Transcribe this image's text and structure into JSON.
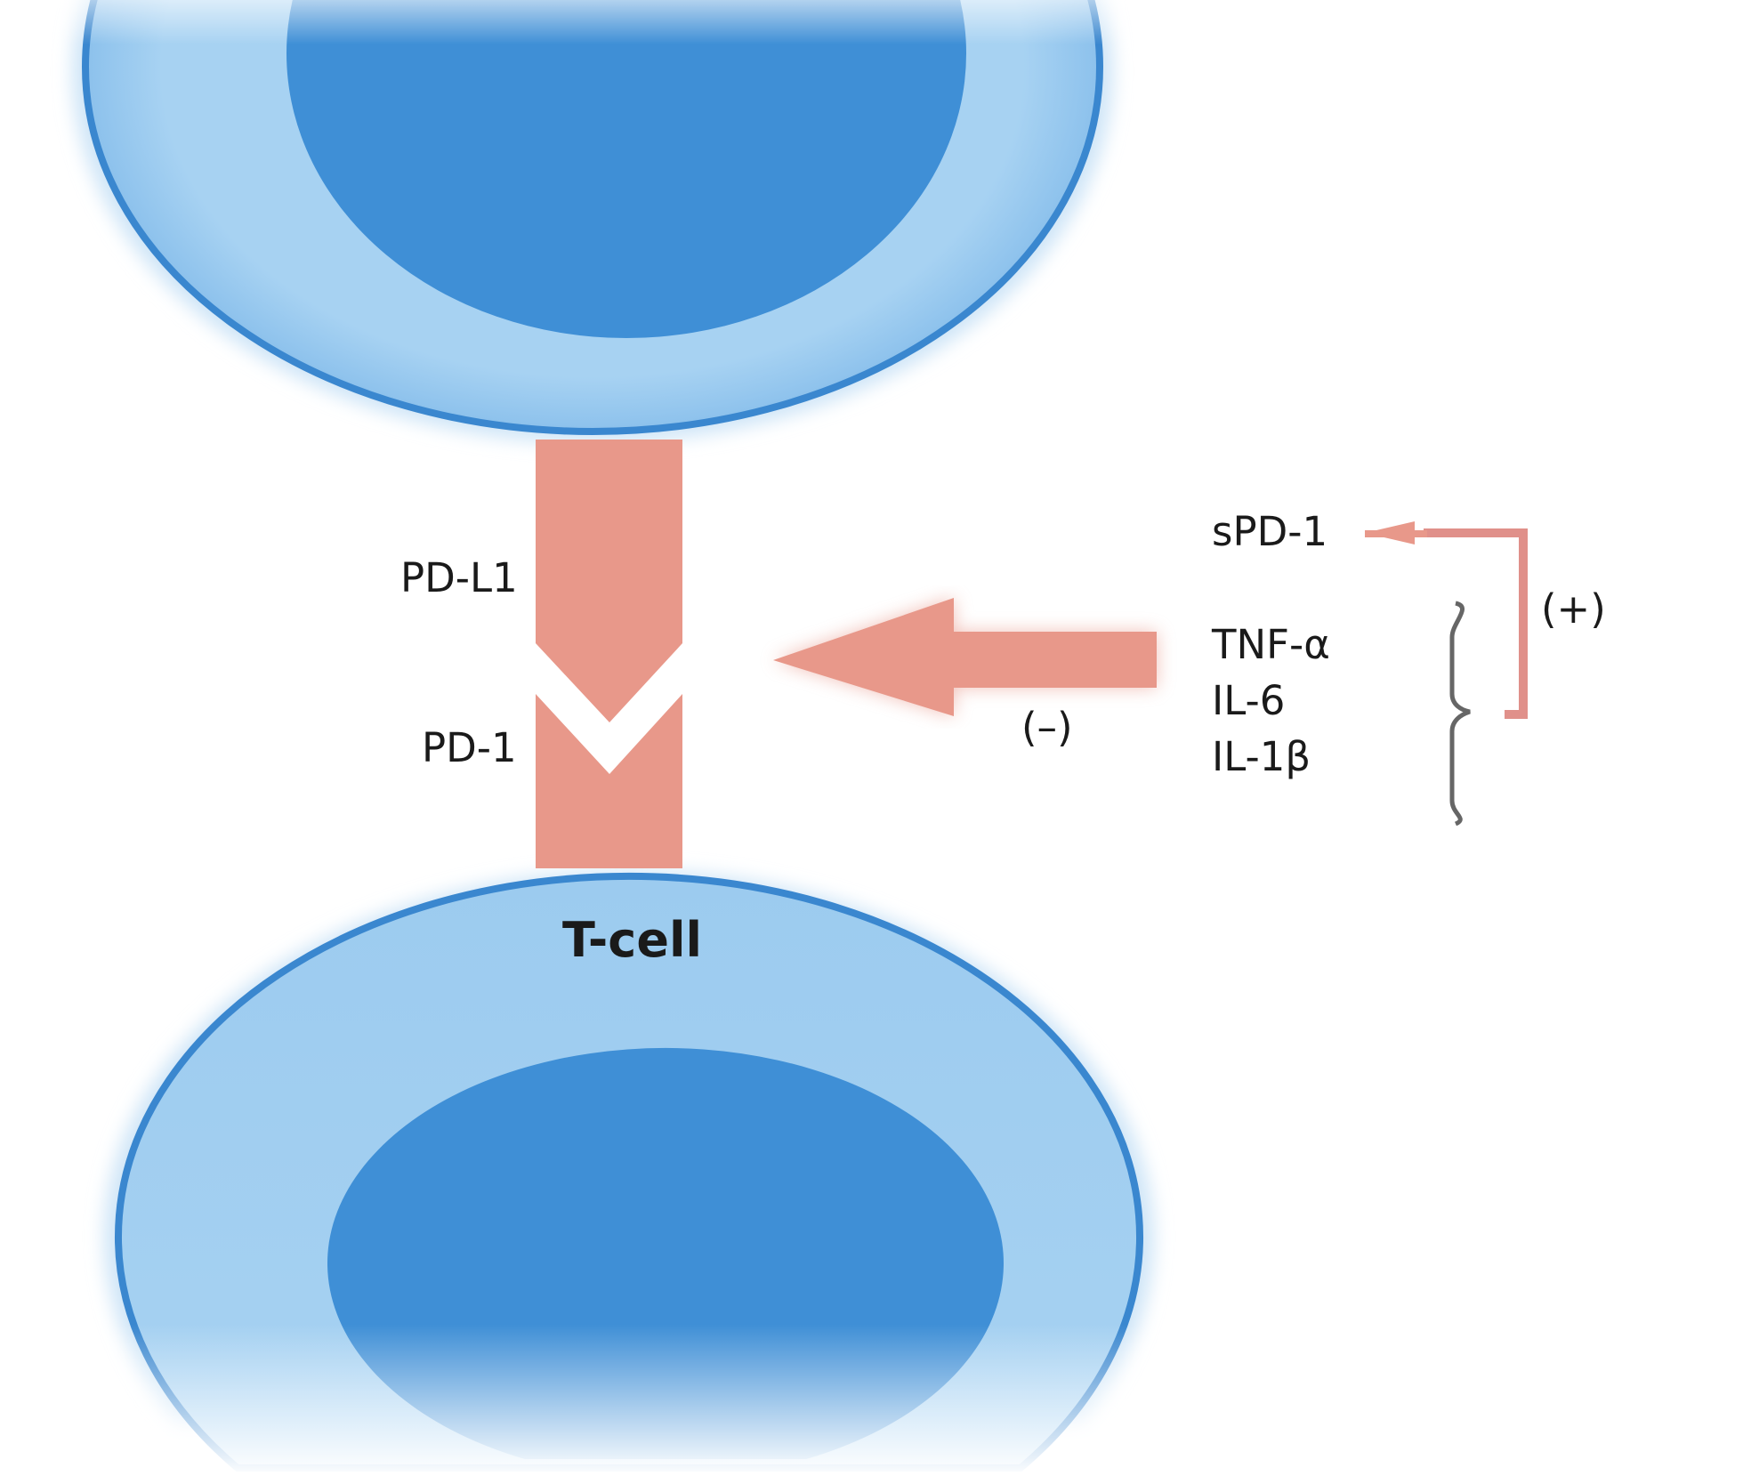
{
  "labels": {
    "pd_l1": "PD-L1",
    "pd_1": "PD-1",
    "t_cell": "T-cell",
    "spd_1": "sPD-1",
    "cytokines": [
      "TNF-α",
      "IL-6",
      "IL-1β"
    ],
    "negative": "(–)",
    "positive": "(+)"
  },
  "colors": {
    "cell_light": "#9ccbef",
    "cell_dark": "#3f8fd6",
    "cell_edge": "#3a87cf",
    "arrow": "#e8988a",
    "brace": "#666666"
  }
}
